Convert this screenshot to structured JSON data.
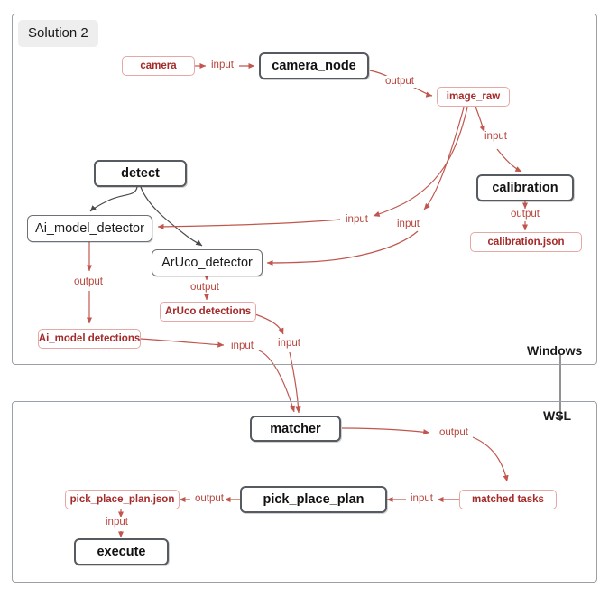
{
  "diagram": {
    "title": "Solution 2",
    "containers": [
      {
        "id": "windows",
        "tag": "Solution 2",
        "zone_label": "Windows"
      },
      {
        "id": "wsl",
        "tag": "",
        "zone_label": "WSL"
      }
    ],
    "colors": {
      "data_node_text": "#a52a2a",
      "data_node_border": "#e5a9a5",
      "process_node_border": "#555b60",
      "edge_red": "#c0564e",
      "edge_dark": "#4a4a4a",
      "container_border": "#9aa0a6",
      "tag_background": "#eeeeee"
    },
    "nodes": [
      {
        "id": "camera",
        "label": "camera",
        "kind": "data"
      },
      {
        "id": "camera_node",
        "label": "camera_node",
        "kind": "process"
      },
      {
        "id": "image_raw",
        "label": "image_raw",
        "kind": "data"
      },
      {
        "id": "calibration",
        "label": "calibration",
        "kind": "process"
      },
      {
        "id": "calibration_json",
        "label": "calibration.json",
        "kind": "data"
      },
      {
        "id": "detect",
        "label": "detect",
        "kind": "process"
      },
      {
        "id": "ai_model_detector",
        "label": "Ai_model_detector",
        "kind": "detector"
      },
      {
        "id": "aruco_detector",
        "label": "ArUco_detector",
        "kind": "detector"
      },
      {
        "id": "ai_model_detections",
        "label": "Ai_model detections",
        "kind": "data"
      },
      {
        "id": "aruco_detections",
        "label": "ArUco detections",
        "kind": "data"
      },
      {
        "id": "matcher",
        "label": "matcher",
        "kind": "process"
      },
      {
        "id": "matched_tasks",
        "label": "matched tasks",
        "kind": "data"
      },
      {
        "id": "pick_place_plan",
        "label": "pick_place_plan",
        "kind": "process"
      },
      {
        "id": "pick_place_plan_json",
        "label": "pick_place_plan.json",
        "kind": "data"
      },
      {
        "id": "execute",
        "label": "execute",
        "kind": "process"
      }
    ],
    "edges": [
      {
        "from": "camera",
        "to": "camera_node",
        "label": "input"
      },
      {
        "from": "camera_node",
        "to": "image_raw",
        "label": "output"
      },
      {
        "from": "image_raw",
        "to": "calibration",
        "label": "input"
      },
      {
        "from": "calibration",
        "to": "calibration_json",
        "label": "output"
      },
      {
        "from": "detect",
        "to": "ai_model_detector",
        "label": ""
      },
      {
        "from": "detect",
        "to": "aruco_detector",
        "label": ""
      },
      {
        "from": "image_raw",
        "to": "ai_model_detector",
        "label": "input"
      },
      {
        "from": "image_raw",
        "to": "aruco_detector",
        "label": "input"
      },
      {
        "from": "ai_model_detector",
        "to": "ai_model_detections",
        "label": "output"
      },
      {
        "from": "aruco_detector",
        "to": "aruco_detections",
        "label": "output"
      },
      {
        "from": "ai_model_detections",
        "to": "matcher",
        "label": "input"
      },
      {
        "from": "aruco_detections",
        "to": "matcher",
        "label": "input"
      },
      {
        "from": "matcher",
        "to": "matched_tasks",
        "label": "output"
      },
      {
        "from": "matched_tasks",
        "to": "pick_place_plan",
        "label": "input"
      },
      {
        "from": "pick_place_plan",
        "to": "pick_place_plan_json",
        "label": "output"
      },
      {
        "from": "pick_place_plan_json",
        "to": "execute",
        "label": "input"
      },
      {
        "from": "windows",
        "to": "wsl",
        "label": ""
      }
    ],
    "edge_labels": {
      "camera_to_camera_node": "input",
      "camera_node_to_image_raw": "output",
      "image_raw_to_calibration": "input",
      "calibration_to_json": "output",
      "image_raw_to_ai_model_detector": "input",
      "image_raw_to_aruco_detector": "input",
      "ai_model_detector_output": "output",
      "aruco_detector_output": "output",
      "ai_detections_to_matcher": "input",
      "aruco_detections_to_matcher": "input",
      "matcher_to_matched_tasks": "output",
      "matched_tasks_to_plan": "input",
      "plan_to_json": "output",
      "json_to_execute": "input"
    }
  }
}
